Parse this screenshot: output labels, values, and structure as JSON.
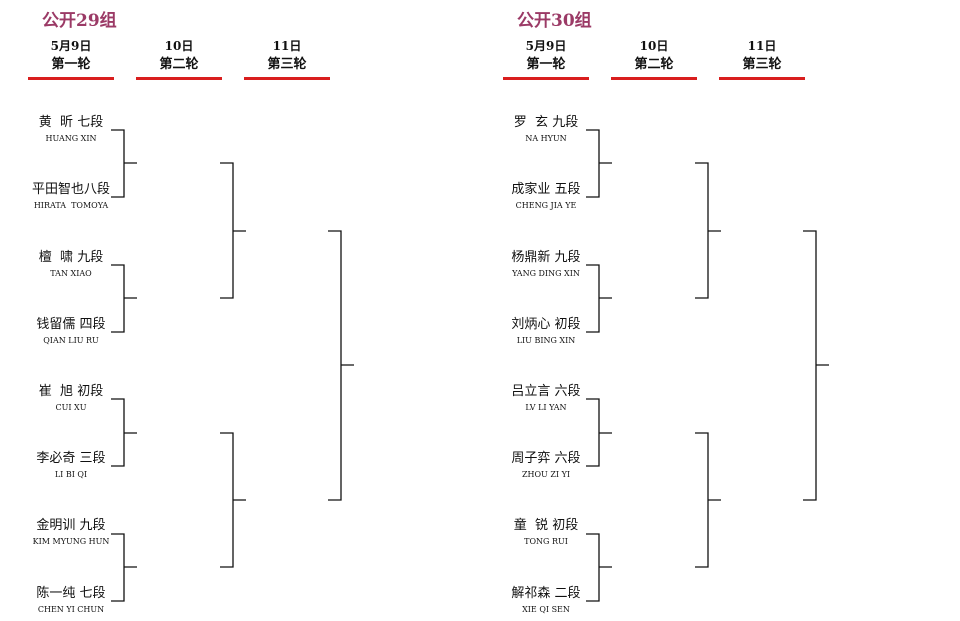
{
  "colors": {
    "title": "#9b3a66",
    "underline": "#d91e1e",
    "line": "#111111"
  },
  "groups": [
    {
      "title": "公开29组",
      "rounds": [
        {
          "date": "5月9日",
          "name": "第一轮"
        },
        {
          "date": "10日",
          "name": "第二轮"
        },
        {
          "date": "11日",
          "name": "第三轮"
        }
      ],
      "players": [
        {
          "cn": "黄  昕 七段",
          "en": "HUANG XIN"
        },
        {
          "cn": "平田智也八段",
          "en": "HIRATA  TOMOYA"
        },
        {
          "cn": "檀  啸 九段",
          "en": "TAN XIAO"
        },
        {
          "cn": "钱留儒 四段",
          "en": "QIAN LIU RU"
        },
        {
          "cn": "崔  旭 初段",
          "en": "CUI XU"
        },
        {
          "cn": "李必奇 三段",
          "en": "LI BI QI"
        },
        {
          "cn": "金明训 九段",
          "en": "KIM MYUNG HUN"
        },
        {
          "cn": "陈一纯 七段",
          "en": "CHEN YI CHUN"
        }
      ]
    },
    {
      "title": "公开30组",
      "rounds": [
        {
          "date": "5月9日",
          "name": "第一轮"
        },
        {
          "date": "10日",
          "name": "第二轮"
        },
        {
          "date": "11日",
          "name": "第三轮"
        }
      ],
      "players": [
        {
          "cn": "罗  玄 九段",
          "en": "NA HYUN"
        },
        {
          "cn": "成家业 五段",
          "en": "CHENG JIA YE"
        },
        {
          "cn": "杨鼎新 九段",
          "en": "YANG DING XIN"
        },
        {
          "cn": "刘炳心 初段",
          "en": "LIU BING XIN"
        },
        {
          "cn": "吕立言 六段",
          "en": "LV LI YAN"
        },
        {
          "cn": "周子弈 六段",
          "en": "ZHOU ZI YI"
        },
        {
          "cn": "童  锐 初段",
          "en": "TONG RUI"
        },
        {
          "cn": "解祁森 二段",
          "en": "XIE QI SEN"
        }
      ]
    }
  ]
}
